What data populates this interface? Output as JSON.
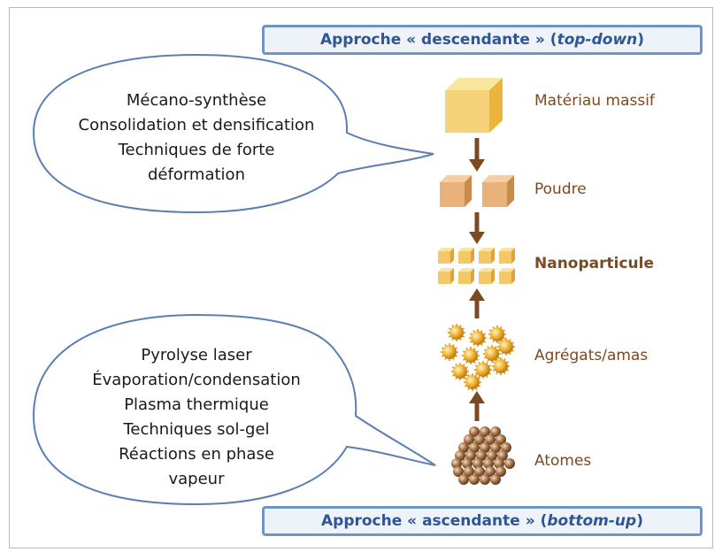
{
  "banners": {
    "top": {
      "prefix": "Approche « descendante » (",
      "italic": "top-down",
      "suffix": ")"
    },
    "bottom": {
      "prefix": "Approche « ascendante » (",
      "italic": "bottom-up",
      "suffix": ")"
    }
  },
  "top_methods": [
    "Mécano-synthèse",
    "Consolidation et densification",
    "Techniques de forte",
    "déformation"
  ],
  "bottom_methods": [
    "Pyrolyse laser",
    "Évaporation/condensation",
    "Plasma thermique",
    "Techniques sol-gel",
    "Réactions en phase",
    "vapeur"
  ],
  "levels": [
    {
      "label": "Matériau massif",
      "icon": "bulk-cube-icon"
    },
    {
      "label": "Poudre",
      "icon": "powder-cubes-icon"
    },
    {
      "label": "Nanoparticule",
      "icon": "nanoparticle-cubes-icon",
      "emphasis": true
    },
    {
      "label": "Agrégats/amas",
      "icon": "aggregate-spheres-icon"
    },
    {
      "label": "Atomes",
      "icon": "atom-spheres-icon"
    }
  ],
  "colors": {
    "banner_border": "#6f95c4",
    "banner_text": "#2f5596",
    "bubble_border": "#5a7fb3",
    "arrow": "#7b4a22",
    "label_text": "#7b4a22",
    "cube_light": "#f6d37a",
    "cube_powder": "#e9b27a"
  }
}
